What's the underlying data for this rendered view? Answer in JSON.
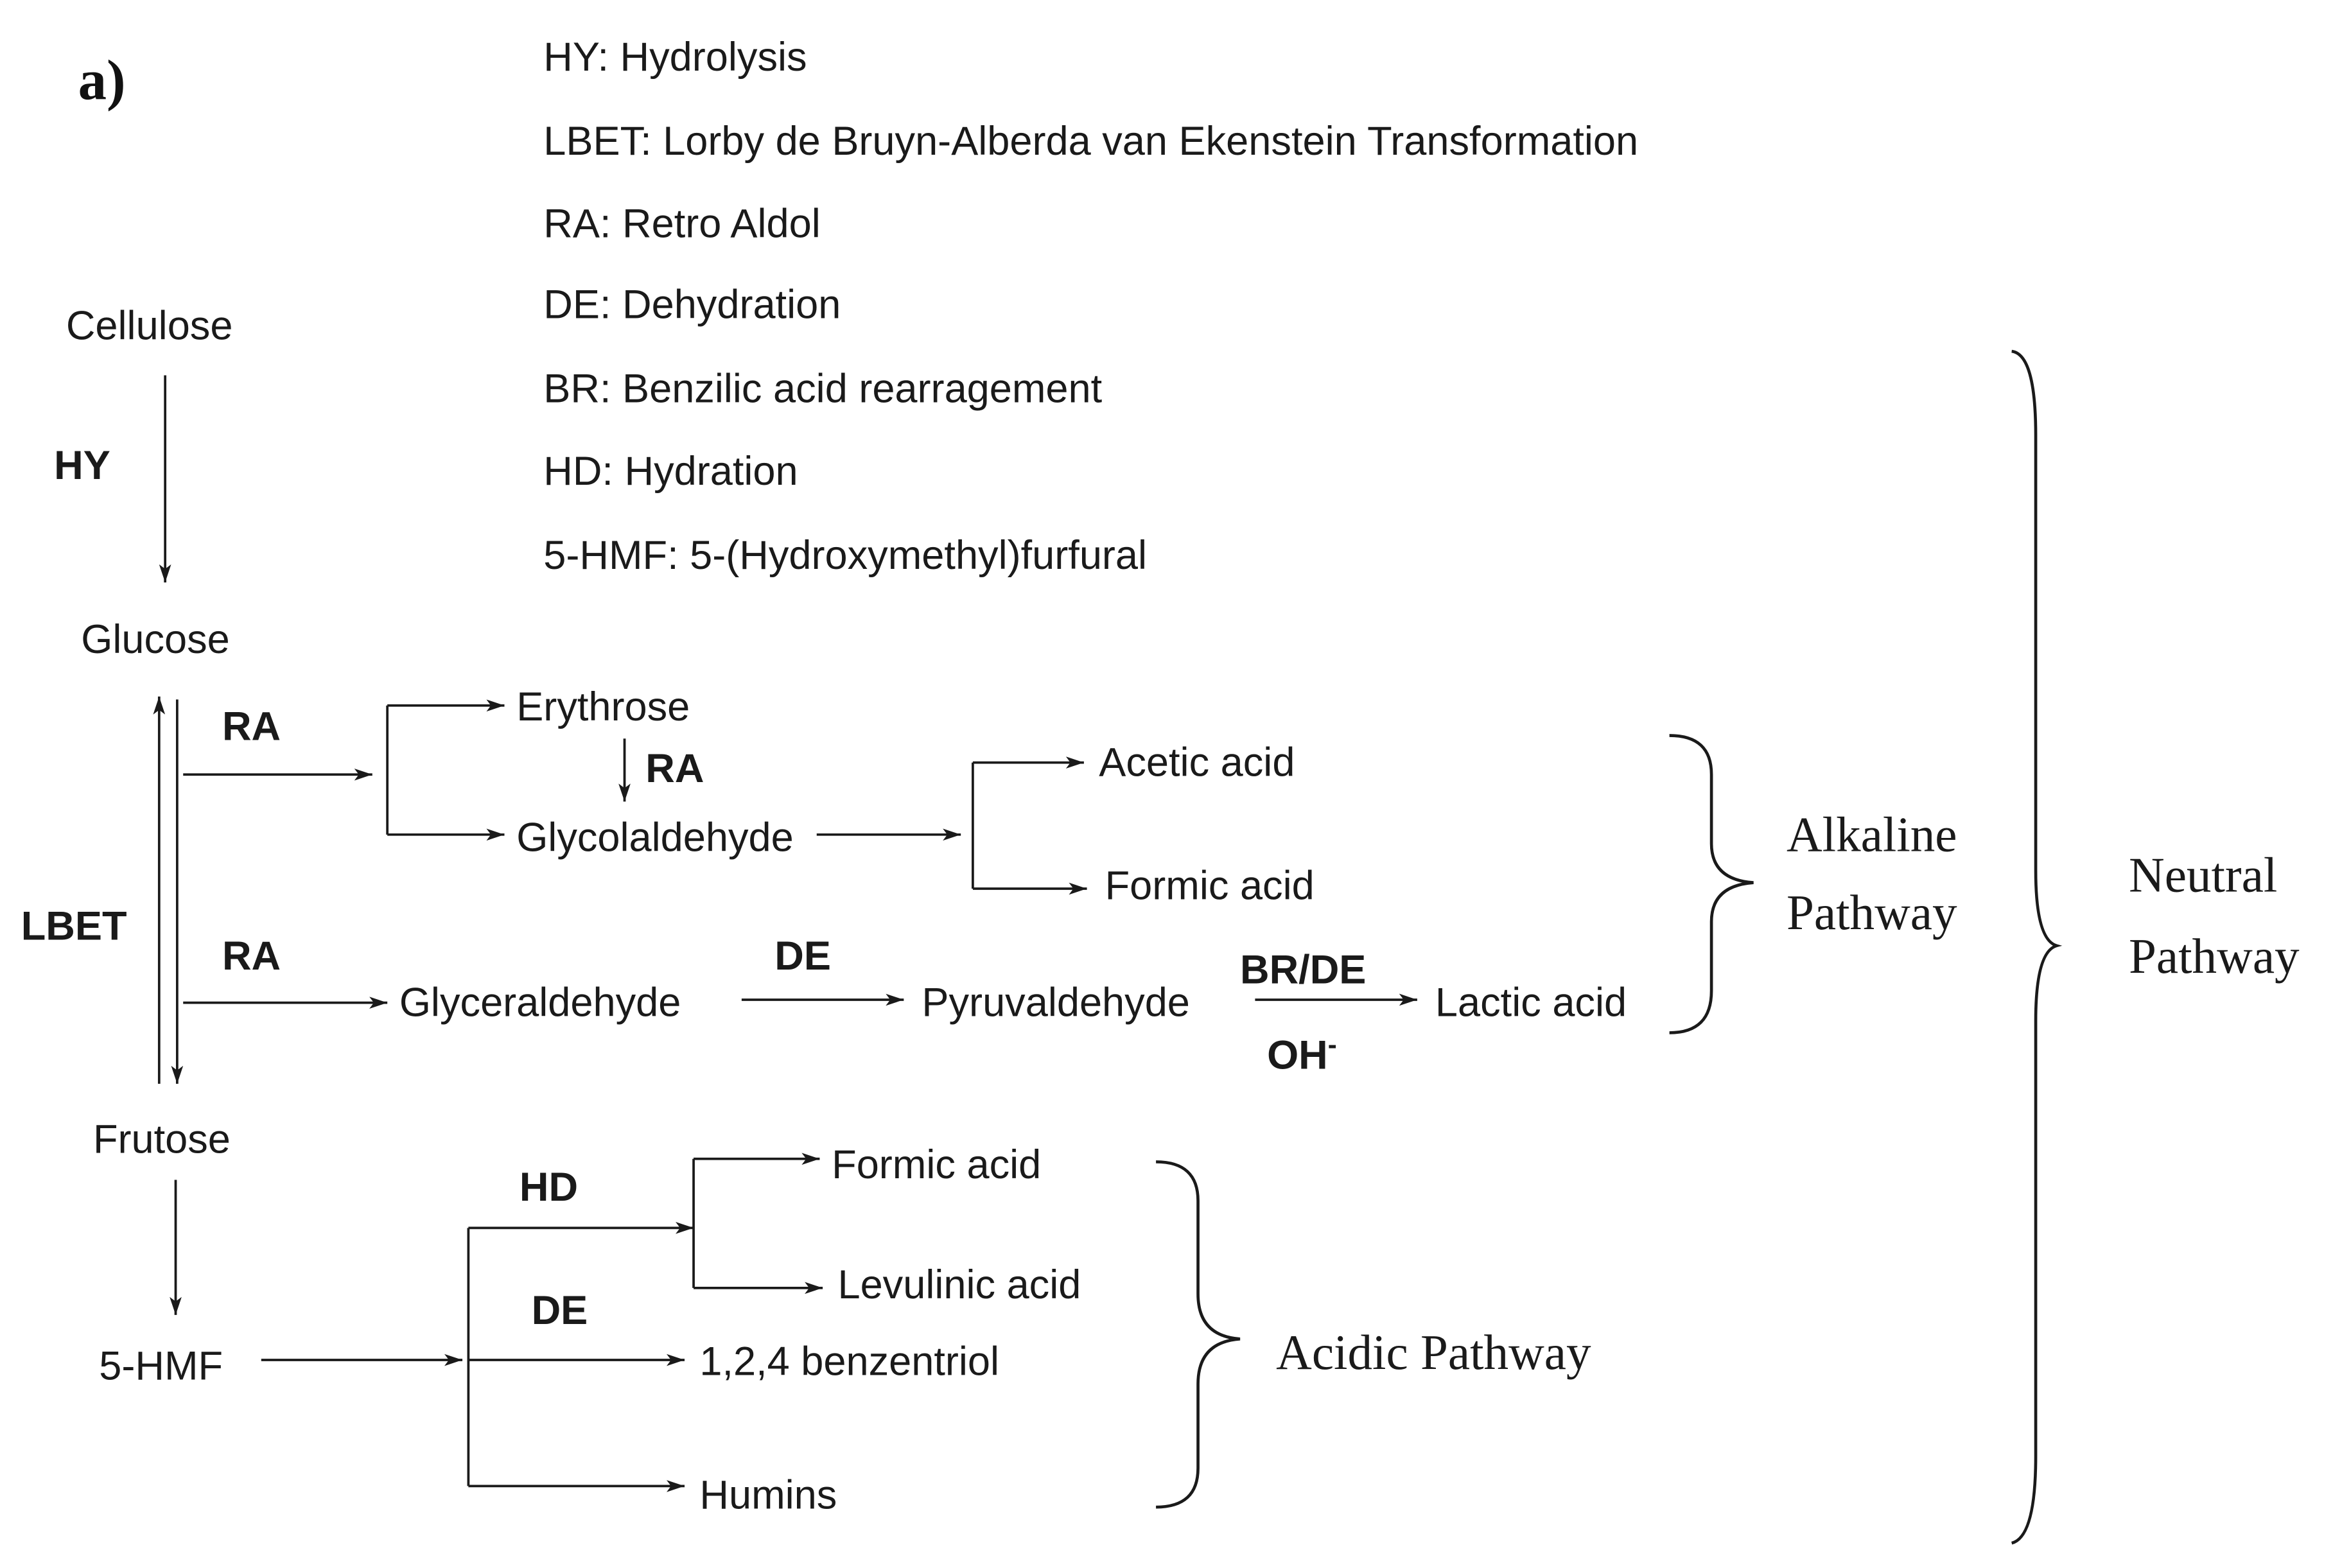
{
  "panel_label": "a)",
  "legend": [
    "HY: Hydrolysis",
    "LBET: Lorby de Bruyn-Alberda van Ekenstein Transformation",
    "RA: Retro Aldol",
    "DE: Dehydration",
    "BR: Benzilic acid rearragement",
    "HD: Hydration",
    "5-HMF: 5-(Hydroxymethyl)furfural"
  ],
  "nodes": {
    "cellulose": "Cellulose",
    "glucose": "Glucose",
    "frutose": "Frutose",
    "hmf": "5-HMF",
    "erythrose": "Erythrose",
    "glycolaldehyde": "Glycolaldehyde",
    "acetic_acid": "Acetic acid",
    "formic_acid_alkaline": "Formic acid",
    "glyceraldehyde": "Glyceraldehyde",
    "pyruvaldehyde": "Pyruvaldehyde",
    "lactic_acid": "Lactic acid",
    "formic_acid_acidic": "Formic acid",
    "levulinic_acid": "Levulinic acid",
    "benzentriol": "1,2,4 benzentriol",
    "humins": "Humins"
  },
  "edge_labels": {
    "hy": "HY",
    "lbet": "LBET",
    "ra_glucose_top": "RA",
    "ra_erythrose": "RA",
    "ra_glucose_bottom": "RA",
    "de_glyceraldehyde": "DE",
    "br_de": "BR/DE",
    "oh_minus": "OH",
    "oh_minus_sup": "-",
    "hd": "HD",
    "de_hmf": "DE"
  },
  "pathways": {
    "alkaline_line1": "Alkaline",
    "alkaline_line2": "Pathway",
    "neutral_line1": "Neutral",
    "neutral_line2": "Pathway",
    "acidic": "Acidic Pathway"
  }
}
